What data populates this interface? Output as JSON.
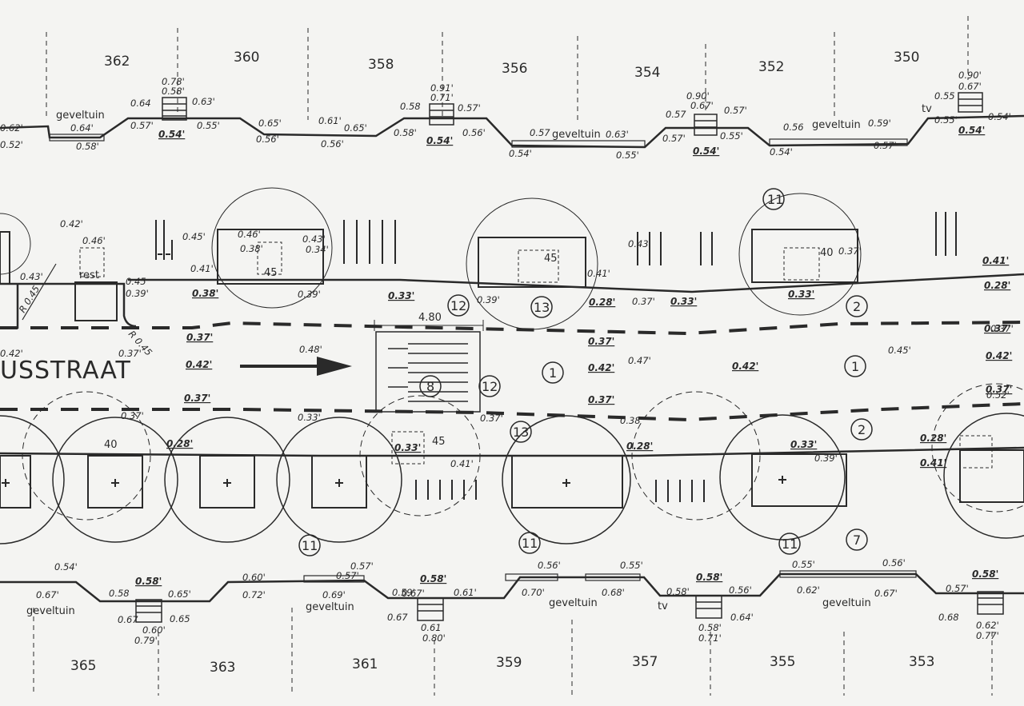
{
  "street_name": "USSTRAAT",
  "house_numbers_top": [
    "362",
    "360",
    "358",
    "356",
    "354",
    "352",
    "350"
  ],
  "house_numbers_bottom": [
    "365",
    "363",
    "361",
    "359",
    "357",
    "355",
    "353"
  ],
  "area_labels": {
    "front_garden": "geveltuin",
    "tv": "tv",
    "rest": "rest"
  },
  "dimension": "4.80",
  "radius_label": "R 0.45",
  "tree_pit_sizes": [
    "45",
    "45",
    "40",
    "40",
    "45"
  ],
  "callouts": [
    "11",
    "12",
    "13",
    "2",
    "1",
    "8",
    "12",
    "1",
    "13",
    "2",
    "11",
    "11",
    "11",
    "7"
  ],
  "levels_top": [
    "0.78'",
    "0.58'",
    "0.64",
    "0.63'",
    "0.91'",
    "0.71'",
    "0.58",
    "0.57'",
    "0.90'",
    "0.67'",
    "0.57",
    "0.57'",
    "0.90'",
    "0.67'",
    "0.55",
    "0.62'",
    "0.64'",
    "0.52'",
    "0.58'",
    "0.57'",
    "0.55'",
    "0.65'",
    "0.61'",
    "0.65'",
    "0.56'",
    "0.56'",
    "0.58'",
    "0.56'",
    "0.57",
    "0.63'",
    "0.54'",
    "0.55'",
    "0.57'",
    "0.55'",
    "0.56",
    "0.59'",
    "0.54'",
    "0.57'",
    "0.55'",
    "0.54'"
  ],
  "levels_top_main": [
    "0.54'",
    "0.54'",
    "0.54'",
    "0.54'"
  ],
  "levels_mid": [
    "0.42'",
    "0.46'",
    "0.43'",
    "0.45'",
    "0.46'",
    "0.38'",
    "0.43'",
    "0.34'",
    "0.41'",
    "0.39'",
    "0.45",
    "0.39'",
    "0.43'",
    "0.37'",
    "0.41'",
    "0.37'",
    "0.39'",
    "0.37'",
    "0.45'",
    "0.48'",
    "0.47'",
    "0.52'",
    "0.37'",
    "0.33'",
    "0.41'",
    "0.37'",
    "0.38",
    "0.39'",
    "0.42'",
    "0.37'"
  ],
  "levels_mid_main": [
    "0.38'",
    "0.33'",
    "0.28'",
    "0.33'",
    "0.33'",
    "0.41'",
    "0.28'",
    "0.37'",
    "0.37'",
    "0.42'",
    "0.42'",
    "0.37'",
    "0.42'",
    "0.37'",
    "0.37'",
    "0.37'",
    "0.42'",
    "0.28'",
    "0.33'",
    "0.28'",
    "0.33'",
    "0.28'",
    "0.41'"
  ],
  "levels_bottom": [
    "0.54'",
    "0.67'",
    "0.57'",
    "0.67'",
    "0.60'",
    "0.72'",
    "0.57'",
    "0.69'",
    "0.59'",
    "0.61'",
    "0.56'",
    "0.70'",
    "0.55'",
    "0.68'",
    "0.58'",
    "0.56'",
    "0.55'",
    "0.62'",
    "0.56'",
    "0.67'",
    "0.57'",
    "0.68",
    "0.58",
    "0.65'",
    "0.67",
    "0.60'",
    "0.79'",
    "0.67",
    "0.61",
    "0.80'",
    "0.65",
    "0.58'",
    "0.71'",
    "0.64'",
    "0.62'",
    "0.77'"
  ],
  "levels_bottom_main": [
    "0.58'",
    "0.58'",
    "0.58'",
    "0.58'"
  ]
}
